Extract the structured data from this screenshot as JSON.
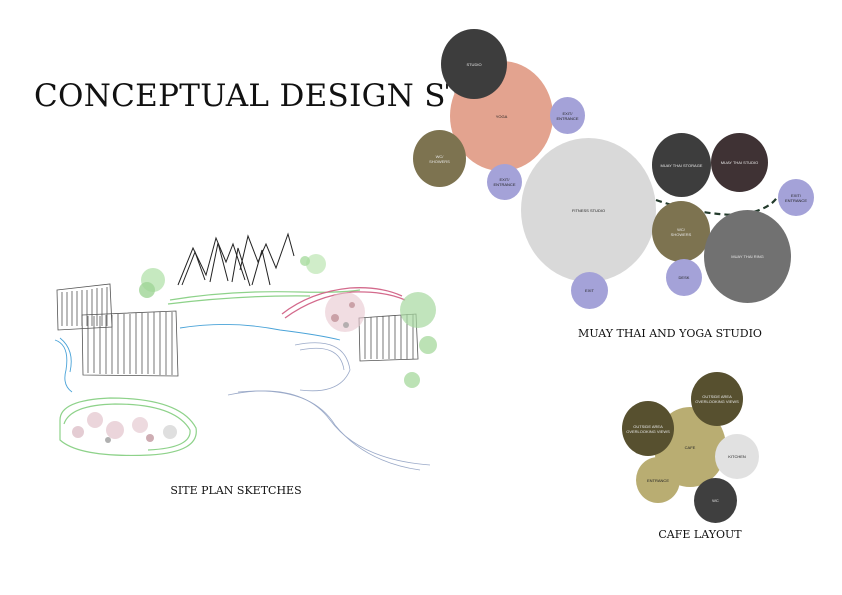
{
  "title": "CONCEPTUAL DESIGN STAGE",
  "sections": {
    "site_plan_caption": "SITE PLAN SKETCHES",
    "studio_caption": "MUAY THAI AND YOGA STUDIO",
    "cafe_caption": "CAFE LAYOUT"
  },
  "studio": {
    "bubbles": [
      {
        "key": "studio",
        "label": "STUDIO",
        "color": "#3d3d3d",
        "dark": true
      },
      {
        "key": "yoga",
        "label": "YOGA",
        "color": "#e3a38f"
      },
      {
        "key": "exit_entrance_1",
        "label": "EXIT/\nENTRANCE",
        "color": "#a4a2d8"
      },
      {
        "key": "wc_showers_1",
        "label": "WC/\nSHOWERS",
        "color": "#7d7350",
        "dark": true
      },
      {
        "key": "exit_entrance_2",
        "label": "EXIT/\nENTRANCE",
        "color": "#a4a2d8"
      },
      {
        "key": "fitness_studio",
        "label": "FITNESS STUDIO",
        "color": "#d9d9d9"
      },
      {
        "key": "wc_showers_2",
        "label": "WC/\nSHOWERS",
        "color": "#7d7350",
        "dark": true
      },
      {
        "key": "muay_thai_storage",
        "label": "MUAY THAI STORAGE",
        "color": "#3d3d3d",
        "dark": true
      },
      {
        "key": "muay_thai_studio",
        "label": "MUAY THAI STUDIO",
        "color": "#3f3234",
        "dark": true
      },
      {
        "key": "exit_entrance_3",
        "label": "EXIT/\nENTRANCE",
        "color": "#a4a2d8"
      },
      {
        "key": "muay_thai_ring",
        "label": "MUAY THAI RING",
        "color": "#717171",
        "dark": true
      },
      {
        "key": "desk",
        "label": "DESK",
        "color": "#a4a2d8"
      },
      {
        "key": "exit",
        "label": "EXIT",
        "color": "#a4a2d8"
      }
    ]
  },
  "cafe": {
    "bubbles": [
      {
        "key": "outside_seating_1",
        "label": "OUTSIDE AREA\nOVERLOOKING VIEWS",
        "color": "#57502f",
        "dark": true
      },
      {
        "key": "outside_seating_2",
        "label": "OUTSIDE AREA\nOVERLOOKING VIEWS",
        "color": "#57502f",
        "dark": true
      },
      {
        "key": "cafe",
        "label": "CAFE",
        "color": "#b9ad72"
      },
      {
        "key": "kitchen",
        "label": "KITCHEN",
        "color": "#e1e1e1"
      },
      {
        "key": "entrance",
        "label": "ENTRANCE",
        "color": "#b9ad72"
      },
      {
        "key": "wc",
        "label": "WC",
        "color": "#3f3f3f",
        "dark": true
      }
    ]
  }
}
